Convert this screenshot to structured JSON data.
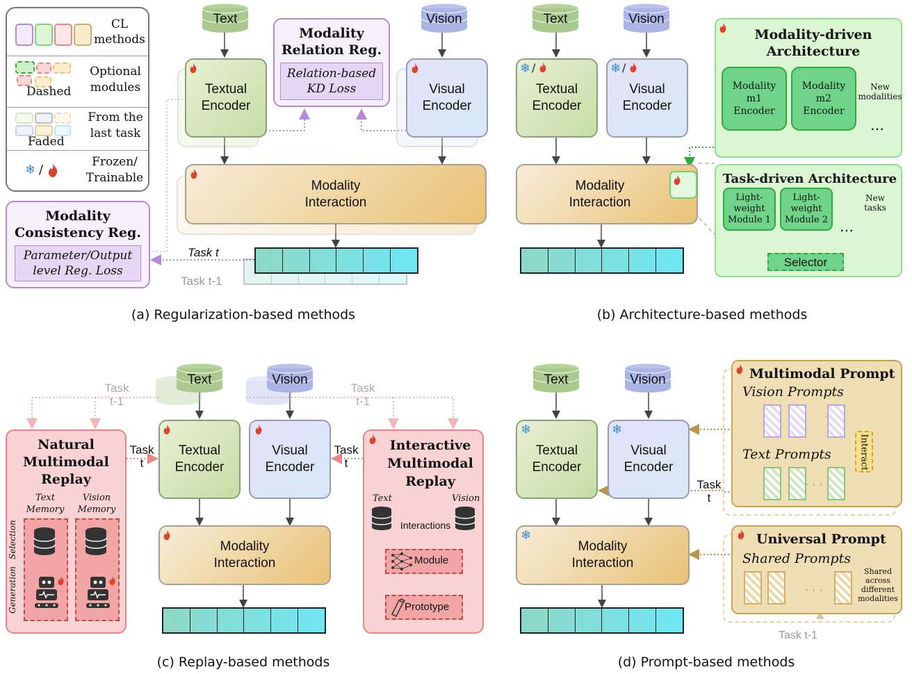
{
  "legend": {
    "cl_methods": "CL methods",
    "dashed": "Dashed",
    "optional_modules": "Optional modules",
    "faded": "Faded",
    "from_last_task": "From the last task",
    "frozen_trainable": "Frozen/ Trainable"
  },
  "a": {
    "text_db": "Text",
    "vision_db": "Vision",
    "textual_encoder": "Textual Encoder",
    "visual_encoder": "Visual Encoder",
    "modality_interaction": "Modality Interaction",
    "relation_title": "Modality Relation Reg.",
    "relation_loss": "Relation-based KD Loss",
    "consistency_title": "Modality Consistency Reg.",
    "consistency_loss": "Parameter/Output level Reg. Loss",
    "task_t": "Task t",
    "task_t1": "Task t-1",
    "caption": "(a) Regularization-based methods"
  },
  "b": {
    "text_db": "Text",
    "vision_db": "Vision",
    "textual_encoder": "Textual Encoder",
    "visual_encoder": "Visual Encoder",
    "modality_interaction": "Modality Interaction",
    "modality_driven_title": "Modality-driven Architecture",
    "m1_encoder": "Modality m1 Encoder",
    "m2_encoder": "Modality m2 Encoder",
    "new_modalities": "New modalities",
    "ellipsis": "…",
    "task_driven_title": "Task-driven Architecture",
    "lw1": "Light-weight Module 1",
    "lw2": "Light-weight Module 2",
    "new_tasks": "New tasks",
    "selector": "Selector",
    "caption": "(b) Architecture-based methods"
  },
  "c": {
    "text_db": "Text",
    "vision_db": "Vision",
    "task_t1_left": "Task t-1",
    "task_t1_right": "Task t-1",
    "task_t_left": "Task t",
    "task_t_right": "Task t",
    "textual_encoder": "Textual Encoder",
    "visual_encoder": "Visual Encoder",
    "modality_interaction": "Modality Interaction",
    "natural_title": "Natural Multimodal Replay",
    "text_memory": "Text Memory",
    "vision_memory": "Vision Memory",
    "selection": "Selection",
    "generation": "Generation",
    "interactive_title": "Interactive Multimodal Replay",
    "text_label": "Text",
    "vision_label": "Vision",
    "interactions": "Interactions",
    "module": "Module",
    "prototype": "Prototype",
    "caption": "(c) Replay-based methods"
  },
  "d": {
    "text_db": "Text",
    "vision_db": "Vision",
    "textual_encoder": "Textual Encoder",
    "visual_encoder": "Visual Encoder",
    "modality_interaction": "Modality Interaction",
    "multimodal_prompt": "Multimodal Prompt",
    "vision_prompts": "Vision Prompts",
    "text_prompts": "Text Prompts",
    "interact": "Interact",
    "universal_prompt": "Universal Prompt",
    "shared_prompts": "Shared Prompts",
    "shared_note": "Shared across different modalities",
    "task_t": "Task t",
    "task_t1": "Task t-1",
    "caption": "(d) Prompt-based methods"
  },
  "colors": {
    "green_db": "#a9c98f",
    "blue_db": "#aab4e6",
    "purple": "#b48ad8",
    "red_panel": "#f6c9c9",
    "green_panel": "#d8f5cf",
    "gold_panel": "#e9d49e"
  }
}
